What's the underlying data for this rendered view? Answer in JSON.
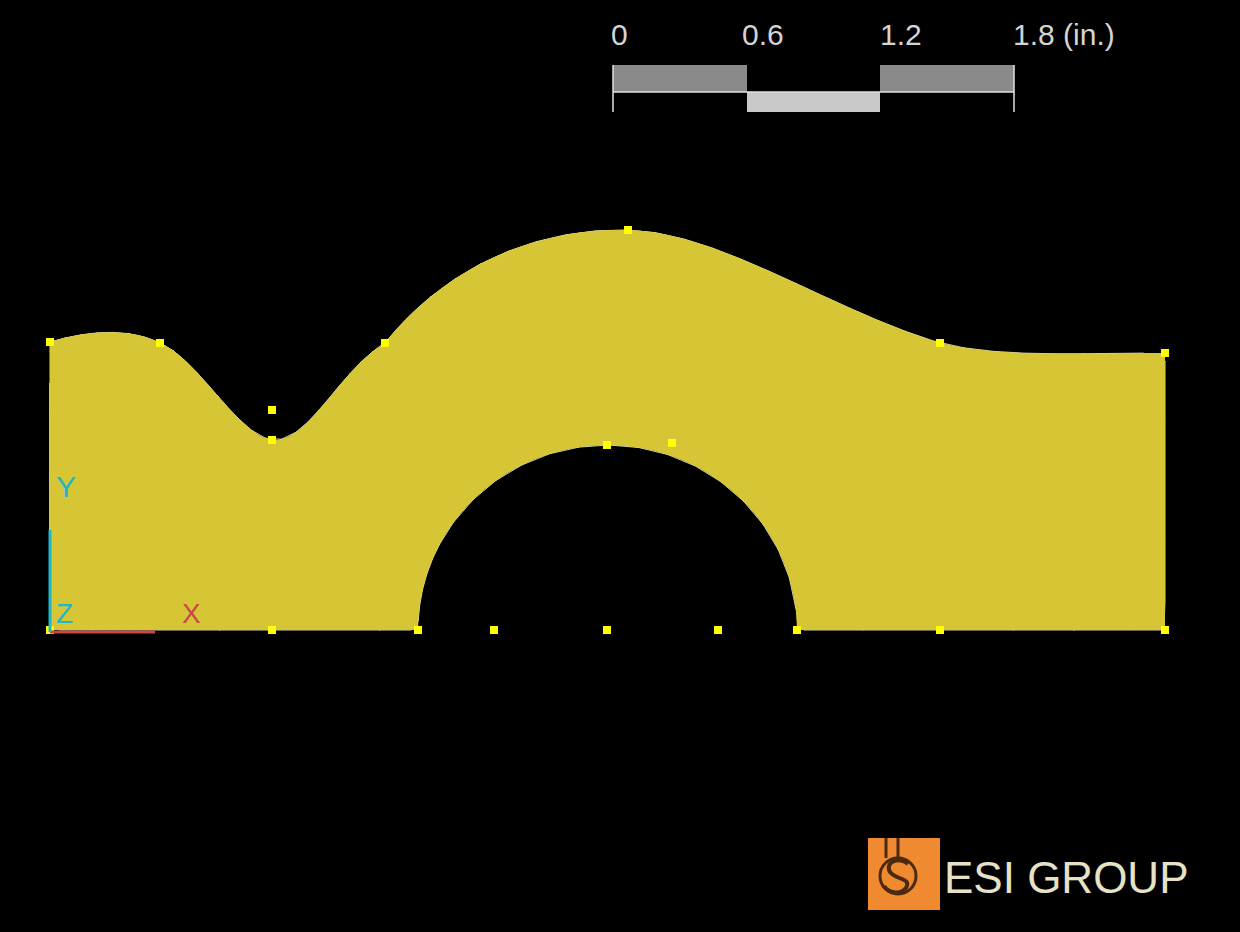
{
  "diagram": {
    "labels": [
      "0",
      "0.6",
      "1.2",
      "1.8 (in.)",
      "Y",
      "Z",
      "X",
      "ESI GROUP"
    ]
  }
}
